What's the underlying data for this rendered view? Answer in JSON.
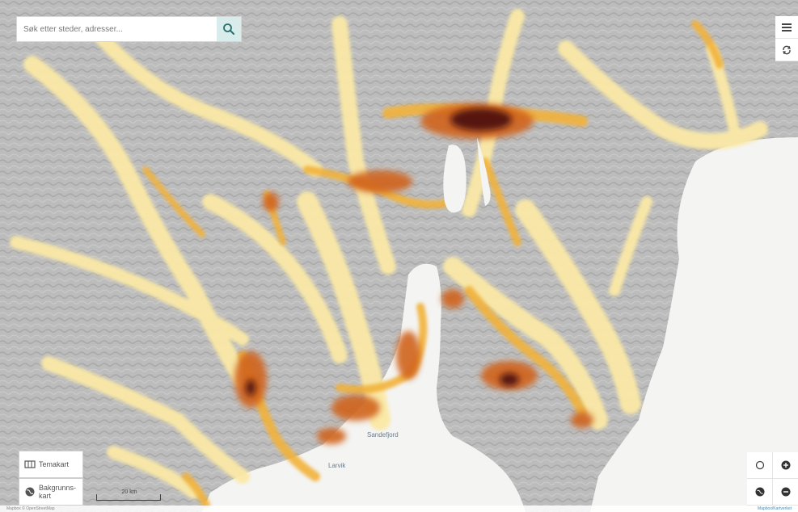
{
  "search": {
    "placeholder": "Søk etter steder, adresser..."
  },
  "search_button": {
    "icon": "search-icon"
  },
  "right_controls": [
    {
      "icon": "menu-icon"
    },
    {
      "icon": "refresh-icon"
    }
  ],
  "left_panel": {
    "tema_label": "Temakart",
    "tema_icon": "map-layers-icon",
    "bakgrunn_label_line1": "Bakgrunns-",
    "bakgrunn_label_line2": "kart",
    "bakgrunn_icon": "globe-icon"
  },
  "scale": {
    "label": "20 km"
  },
  "zoom_controls": [
    {
      "icon": "location-ring-icon"
    },
    {
      "icon": "zoom-in-icon"
    },
    {
      "icon": "globe-icon"
    },
    {
      "icon": "zoom-out-icon"
    }
  ],
  "places": {
    "larvik": "Larvik",
    "sandefjord": "Sandefjord"
  },
  "footer": {
    "left": "Mapbox © OpenStreetMap",
    "right": "Mapbox/Kartverket"
  },
  "colors": {
    "background_sea": "#f4f4f2",
    "land_gray": "#b9b9b9",
    "density_light": "#fbe9a6",
    "density_mid": "#f2b23a",
    "density_high": "#d0641c",
    "density_max": "#4a1108",
    "accent_search": "#d8ecec"
  }
}
